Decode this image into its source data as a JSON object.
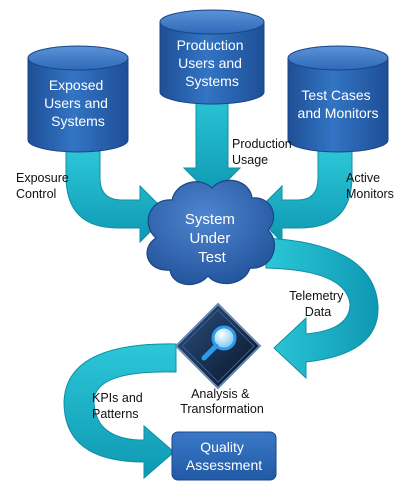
{
  "nodes": {
    "exposed": [
      "Exposed",
      "Users and",
      "Systems"
    ],
    "production": [
      "Production",
      "Users and",
      "Systems"
    ],
    "test_cases": [
      "Test Cases",
      "and Monitors"
    ],
    "system_under_test": [
      "System",
      "Under",
      "Test"
    ],
    "analysis": [
      "Analysis &",
      "Transformation"
    ],
    "quality": [
      "Quality",
      "Assessment"
    ]
  },
  "edges": {
    "exposure_control": [
      "Exposure",
      "Control"
    ],
    "production_usage": [
      "Production",
      "Usage"
    ],
    "active_monitors": [
      "Active",
      "Monitors"
    ],
    "telemetry_data": [
      "Telemetry",
      "Data"
    ],
    "kpis_patterns": [
      "KPIs and",
      "Patterns"
    ]
  },
  "icons": {
    "analysis": "magnifying-glass-icon"
  },
  "colors": {
    "node_blue": "#2E67B4",
    "node_blue_dark": "#1E4F96",
    "arrow_teal": "#1BB5C7",
    "arrow_teal_dark": "#0E8FA6",
    "diamond_dark": "#0F2746",
    "lens_blue": "#3FA9F5"
  }
}
